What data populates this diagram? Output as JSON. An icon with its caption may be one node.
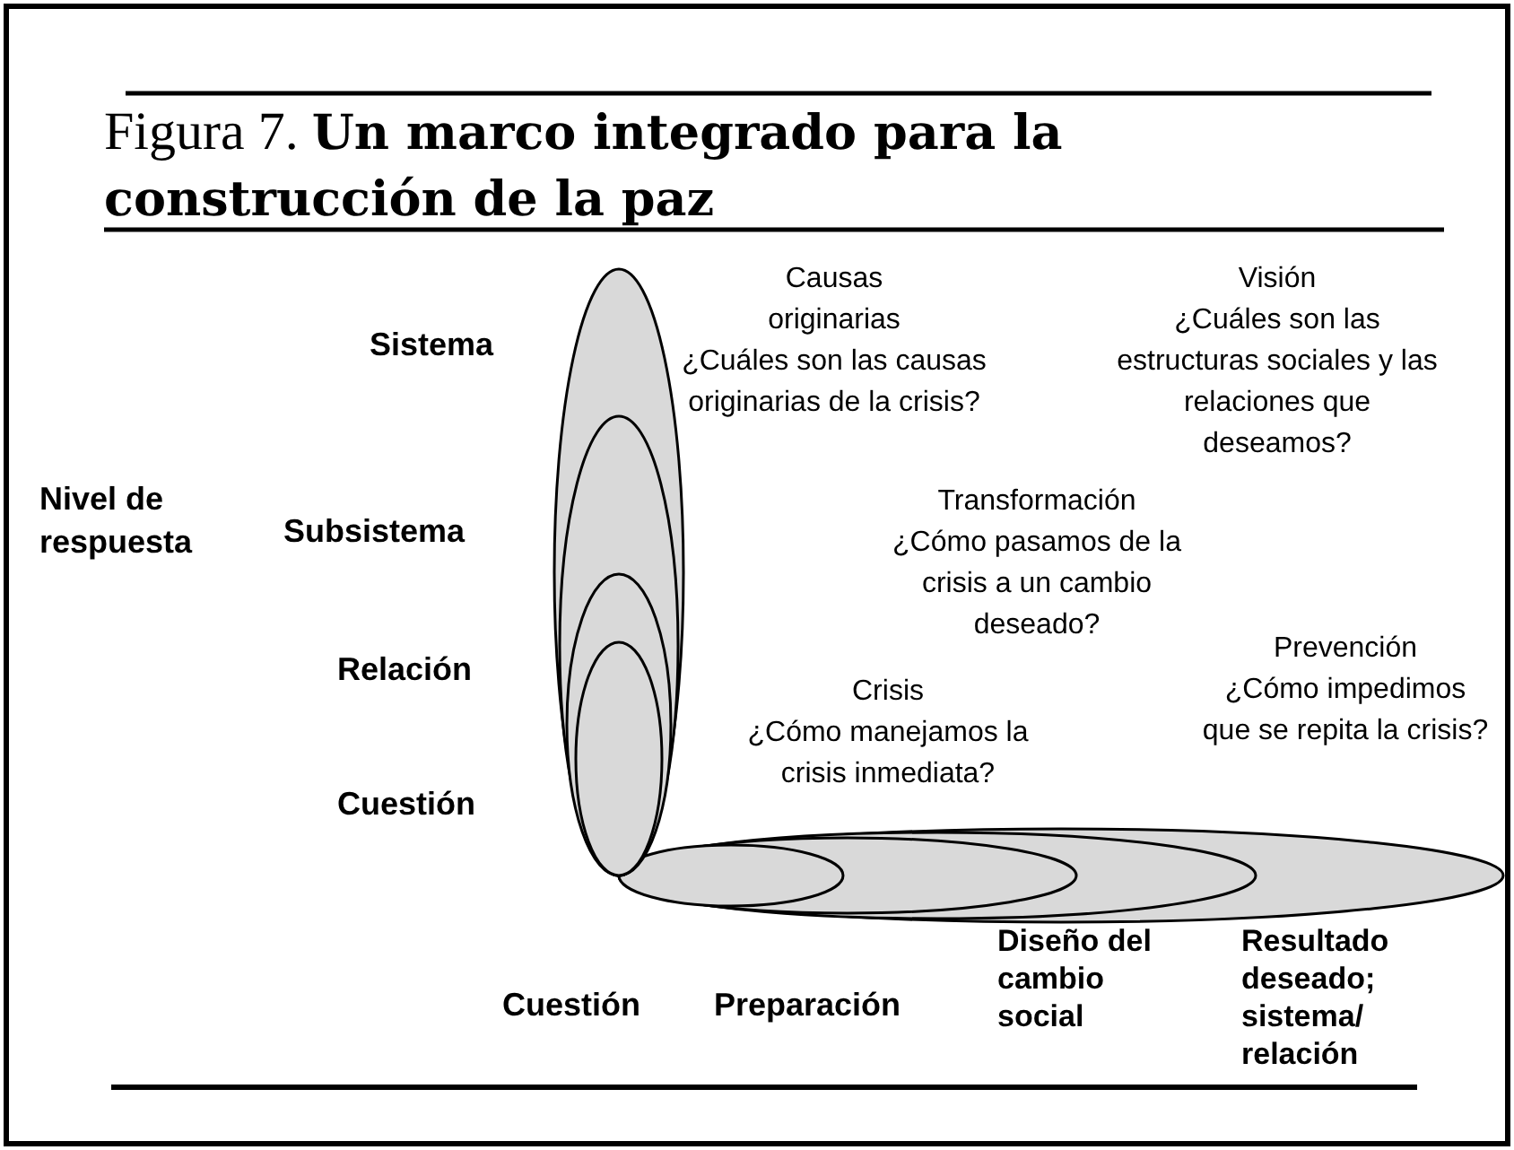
{
  "diagram": {
    "title": "Figura 7. **Un marco integrado para la construcción de la paz**",
    "labels": [
      "Causas originarias",
      "¿Cuáles son las causas originarias de la crisis?",
      "Visión",
      "¿Cuáles son las estructuras sociales y las relaciones que deseamos?",
      "Sistema",
      "Nivel de respuesta",
      "Transformación",
      "¿Cómo pasamos de la crisis a un cambio deseado?",
      "Subsistema",
      "Prevención",
      "¿Cómo impedimos que se repita la crisis?",
      "Relación",
      "Crisis",
      "¿Cómo manejamos la crisis inmediata?",
      "Cuestión",
      "Diseño del cambio social",
      "Resultado deseado; sistema/ relación",
      "Cuestión",
      "Preparación"
    ]
  }
}
